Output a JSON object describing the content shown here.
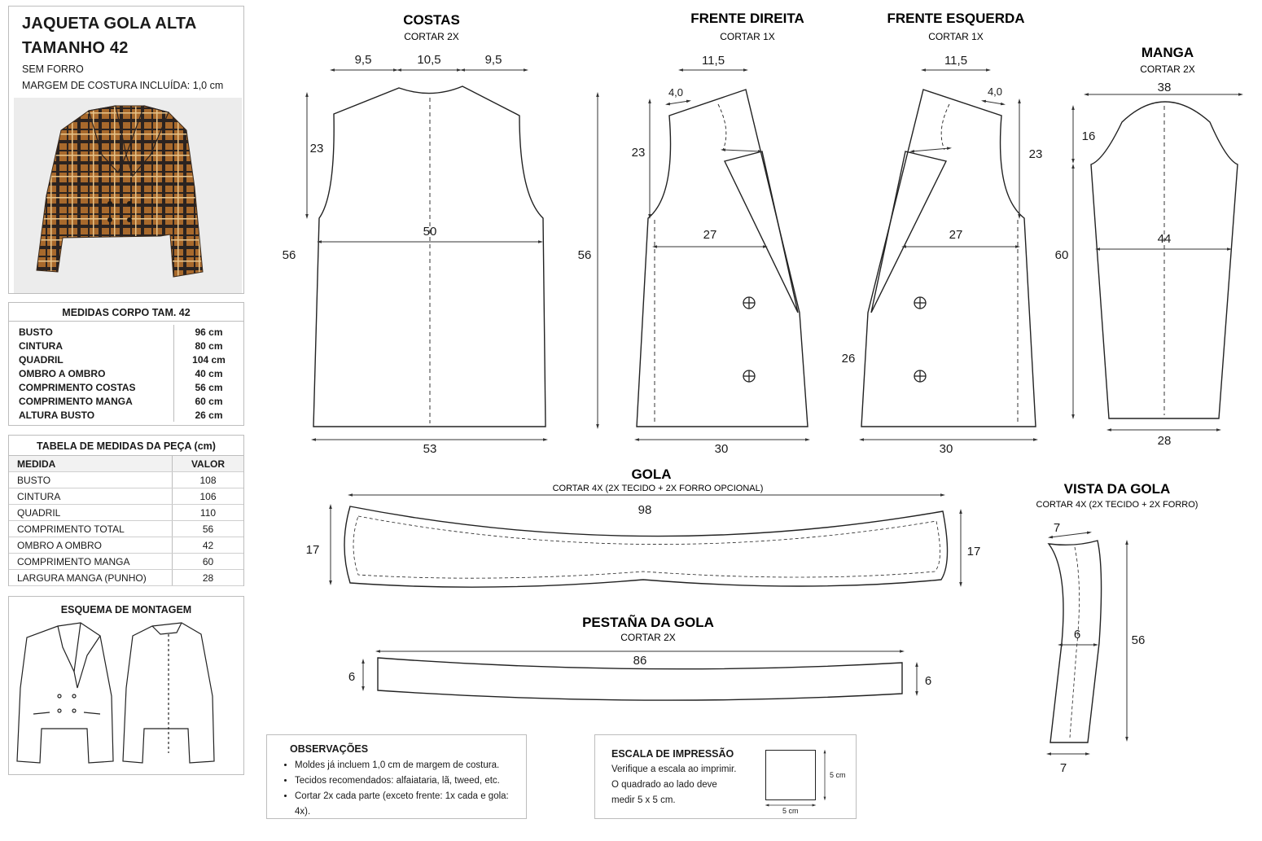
{
  "header": {
    "title_line1": "JAQUETA GOLA ALTA",
    "title_line2": "TAMANHO 42",
    "subtitle1": "SEM FORRO",
    "subtitle2": "MARGEM DE COSTURA INCLUÍDA: 1,0 cm"
  },
  "body_measures": {
    "title": "MEDIDAS CORPO TAM. 42",
    "rows": [
      {
        "label": "BUSTO",
        "value": "96 cm"
      },
      {
        "label": "CINTURA",
        "value": "80 cm"
      },
      {
        "label": "QUADRIL",
        "value": "104 cm"
      },
      {
        "label": "OMBRO A OMBRO",
        "value": "40 cm"
      },
      {
        "label": "COMPRIMENTO COSTAS",
        "value": "56 cm"
      },
      {
        "label": "COMPRIMENTO MANGA",
        "value": "60 cm"
      },
      {
        "label": "ALTURA BUSTO",
        "value": "26 cm"
      }
    ]
  },
  "piece_measures": {
    "title": "TABELA DE MEDIDAS DA PEÇA (cm)",
    "col_measure": "MEDIDA",
    "col_value": "VALOR",
    "rows": [
      {
        "label": "BUSTO",
        "value": "108"
      },
      {
        "label": "CINTURA",
        "value": "106"
      },
      {
        "label": "QUADRIL",
        "value": "110"
      },
      {
        "label": "COMPRIMENTO TOTAL",
        "value": "56"
      },
      {
        "label": "OMBRO A OMBRO",
        "value": "42"
      },
      {
        "label": "COMPRIMENTO MANGA",
        "value": "60"
      },
      {
        "label": "LARGURA MANGA (PUNHO)",
        "value": "28"
      }
    ]
  },
  "assembly": {
    "title": "ESQUEMA DE MONTAGEM"
  },
  "pieces": {
    "costas": {
      "title": "COSTAS",
      "cut": "CORTAR 2X",
      "top_left": "9,5",
      "top_mid": "10,5",
      "top_right": "9,5",
      "armhole": "23",
      "bust": "50",
      "length": "56",
      "hem": "53"
    },
    "frente_direita": {
      "title": "FRENTE DIREITA",
      "cut": "CORTAR 1X",
      "shoulder": "11,5",
      "neck": "4,0",
      "armhole": "23",
      "bust": "27",
      "length": "56",
      "hem": "30"
    },
    "frente_esquerda": {
      "title": "FRENTE ESQUERDA",
      "cut": "CORTAR 1X",
      "shoulder": "11,5",
      "neck": "4,0",
      "armhole": "23",
      "bust": "27",
      "side": "26",
      "hem": "30"
    },
    "manga": {
      "title": "MANGA",
      "cut": "CORTAR 2X",
      "top": "38",
      "cap": "16",
      "length": "60",
      "width": "44",
      "cuff": "28"
    },
    "gola": {
      "title": "GOLA",
      "cut": "CORTAR 4X (2X TECIDO + 2X FORRO OPCIONAL)",
      "length": "98",
      "left_h": "17",
      "right_h": "17"
    },
    "pestana": {
      "title": "PESTAÑA DA GOLA",
      "cut": "CORTAR 2X",
      "length": "86",
      "left_h": "6",
      "right_h": "6"
    },
    "vista": {
      "title": "VISTA DA GOLA",
      "cut": "CORTAR 4X (2X TECIDO + 2X FORRO)",
      "top": "7",
      "width": "6",
      "length": "56",
      "bottom": "7"
    }
  },
  "notes": {
    "title": "OBSERVAÇÕES",
    "items": [
      "Moldes já incluem 1,0 cm de margem de costura.",
      "Tecidos recomendados: alfaiataria, lã, tweed, etc.",
      "Cortar 2x cada parte (exceto frente: 1x cada e gola: 4x)."
    ]
  },
  "scale": {
    "title": "ESCALA DE IMPRESSÃO",
    "line1": "Verifique a escala ao imprimir.",
    "line2": "O quadrado ao lado deve",
    "line3": "medir 5 x 5 cm.",
    "side_label": "5 cm",
    "bottom_label": "5 cm"
  },
  "colors": {
    "line": "#222222",
    "dim": "#333333",
    "jacket_base": "#a8692c",
    "jacket_check": "#2b2320"
  }
}
